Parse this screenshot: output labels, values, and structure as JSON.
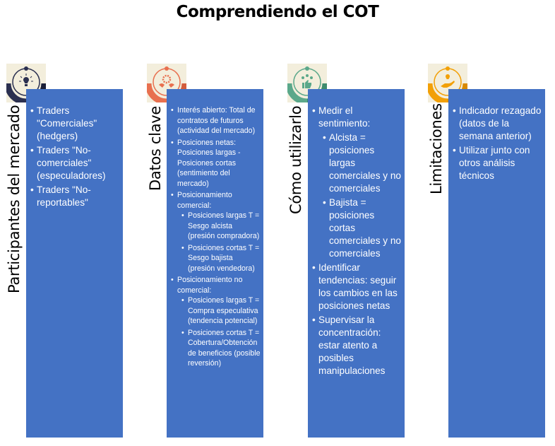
{
  "title": "Comprendiendo el COT",
  "colors": {
    "box_fill": "#4472C4",
    "box_text": "#FFFFFF",
    "icon_background": "#F3EEDC",
    "col1_accent": "#2B3050",
    "col2_accent": "#E8704F",
    "col3_accent": "#5BA88A",
    "col4_accent": "#F2A007"
  },
  "columns": [
    {
      "label": "Participantes del mercado",
      "icon": "lightbulb-icon",
      "items": [
        {
          "text": "Traders \"Comerciales\" (hedgers)"
        },
        {
          "text": "Traders \"No-comerciales\" (especuladores)"
        },
        {
          "text": "Traders \"No-reportables\""
        }
      ]
    },
    {
      "label": "Datos clave",
      "icon": "gear-hands-icon",
      "items": [
        {
          "text": "Interés abierto: Total de contratos de futuros (actividad del mercado)"
        },
        {
          "text": "Posiciones netas: Posiciones largas - Posiciones cortas (sentimiento del mercado)"
        },
        {
          "text": "Posicionamiento comercial:",
          "sub": [
            "Posiciones largas T = Sesgo alcista (presión compradora)",
            "Posiciones cortas T = Sesgo bajista (presión vendedora)"
          ]
        },
        {
          "text": "Posicionamiento no comercial:",
          "sub": [
            "Posiciones largas T = Compra especulativa (tendencia potencial)",
            "Posiciones cortas T = Cobertura/Obtención de beneficios (posible reversión)"
          ]
        }
      ]
    },
    {
      "label": "Cómo utilizarlo",
      "icon": "thumbs-up-stars-icon",
      "items": [
        {
          "text": "Medir el sentimiento:",
          "sub": [
            "Alcista = posiciones largas comerciales y no comerciales",
            "Bajista = posiciones cortas comerciales y no comerciales"
          ]
        },
        {
          "text": "Identificar tendencias: seguir los cambios en las posiciones netas"
        },
        {
          "text": "Supervisar la concentración: estar atento a posibles manipulaciones"
        }
      ]
    },
    {
      "label": "Limitaciones",
      "icon": "hand-lightbulb-icon",
      "items": [
        {
          "text": "Indicador rezagado (datos de la semana anterior)"
        },
        {
          "text": "Utilizar junto con otros análisis técnicos"
        }
      ]
    }
  ]
}
